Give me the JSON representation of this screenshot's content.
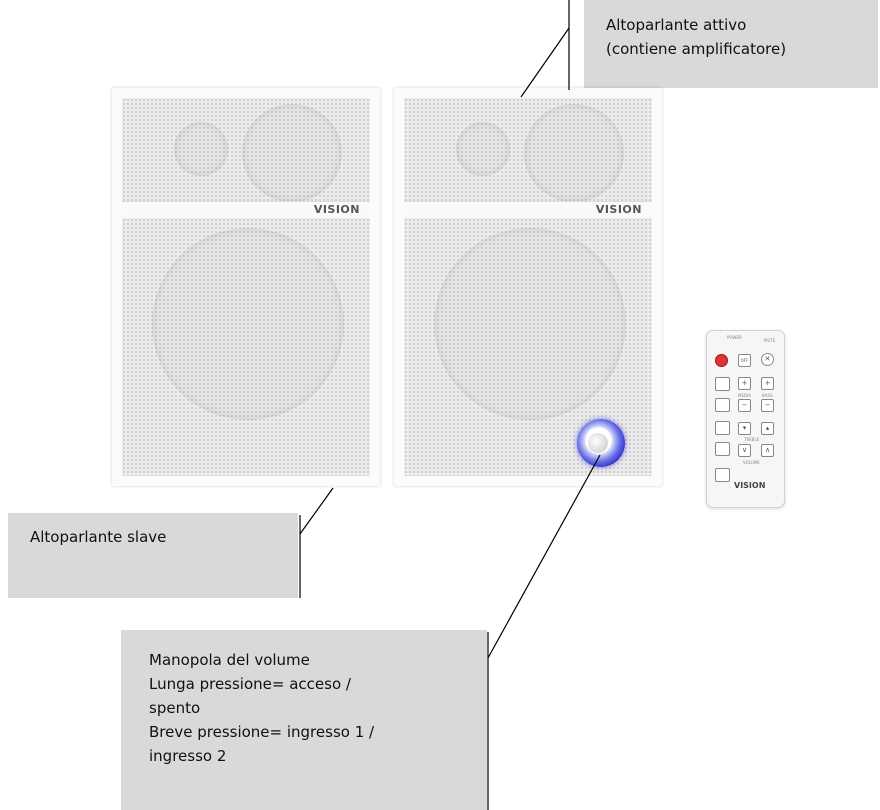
{
  "callouts": {
    "active_speaker": [
      "Altoparlante attivo",
      "(contiene amplificatore)"
    ],
    "slave_speaker": [
      "Altoparlante slave"
    ],
    "volume_knob": [
      "Manopola del volume",
      "Lunga pressione= acceso /",
      "spento",
      "Breve pressione= ingresso 1 /",
      "ingresso 2"
    ]
  },
  "speaker_brand": "VISION",
  "remote": {
    "brand": "VISION",
    "labels": {
      "power": "POWER",
      "mute": "MUTE",
      "media": "MEDIA",
      "bass": "BASS",
      "treble": "TREBLE",
      "volume": "VOLUME"
    },
    "buttons": {
      "power_on": "",
      "power_off": "OFF",
      "mute": "✕",
      "input1": "",
      "input2": "",
      "input3": "",
      "input4": "",
      "source": "",
      "up1": "+",
      "up2": "+",
      "down1": "−",
      "down2": "−",
      "down3": "▾",
      "up3": "▴",
      "vol_down": "∨",
      "vol_up": "∧"
    }
  },
  "colors": {
    "callout_bg": "#d9d9d9",
    "knob_ring": "#3b37c9",
    "power_button": "#dd3333"
  }
}
